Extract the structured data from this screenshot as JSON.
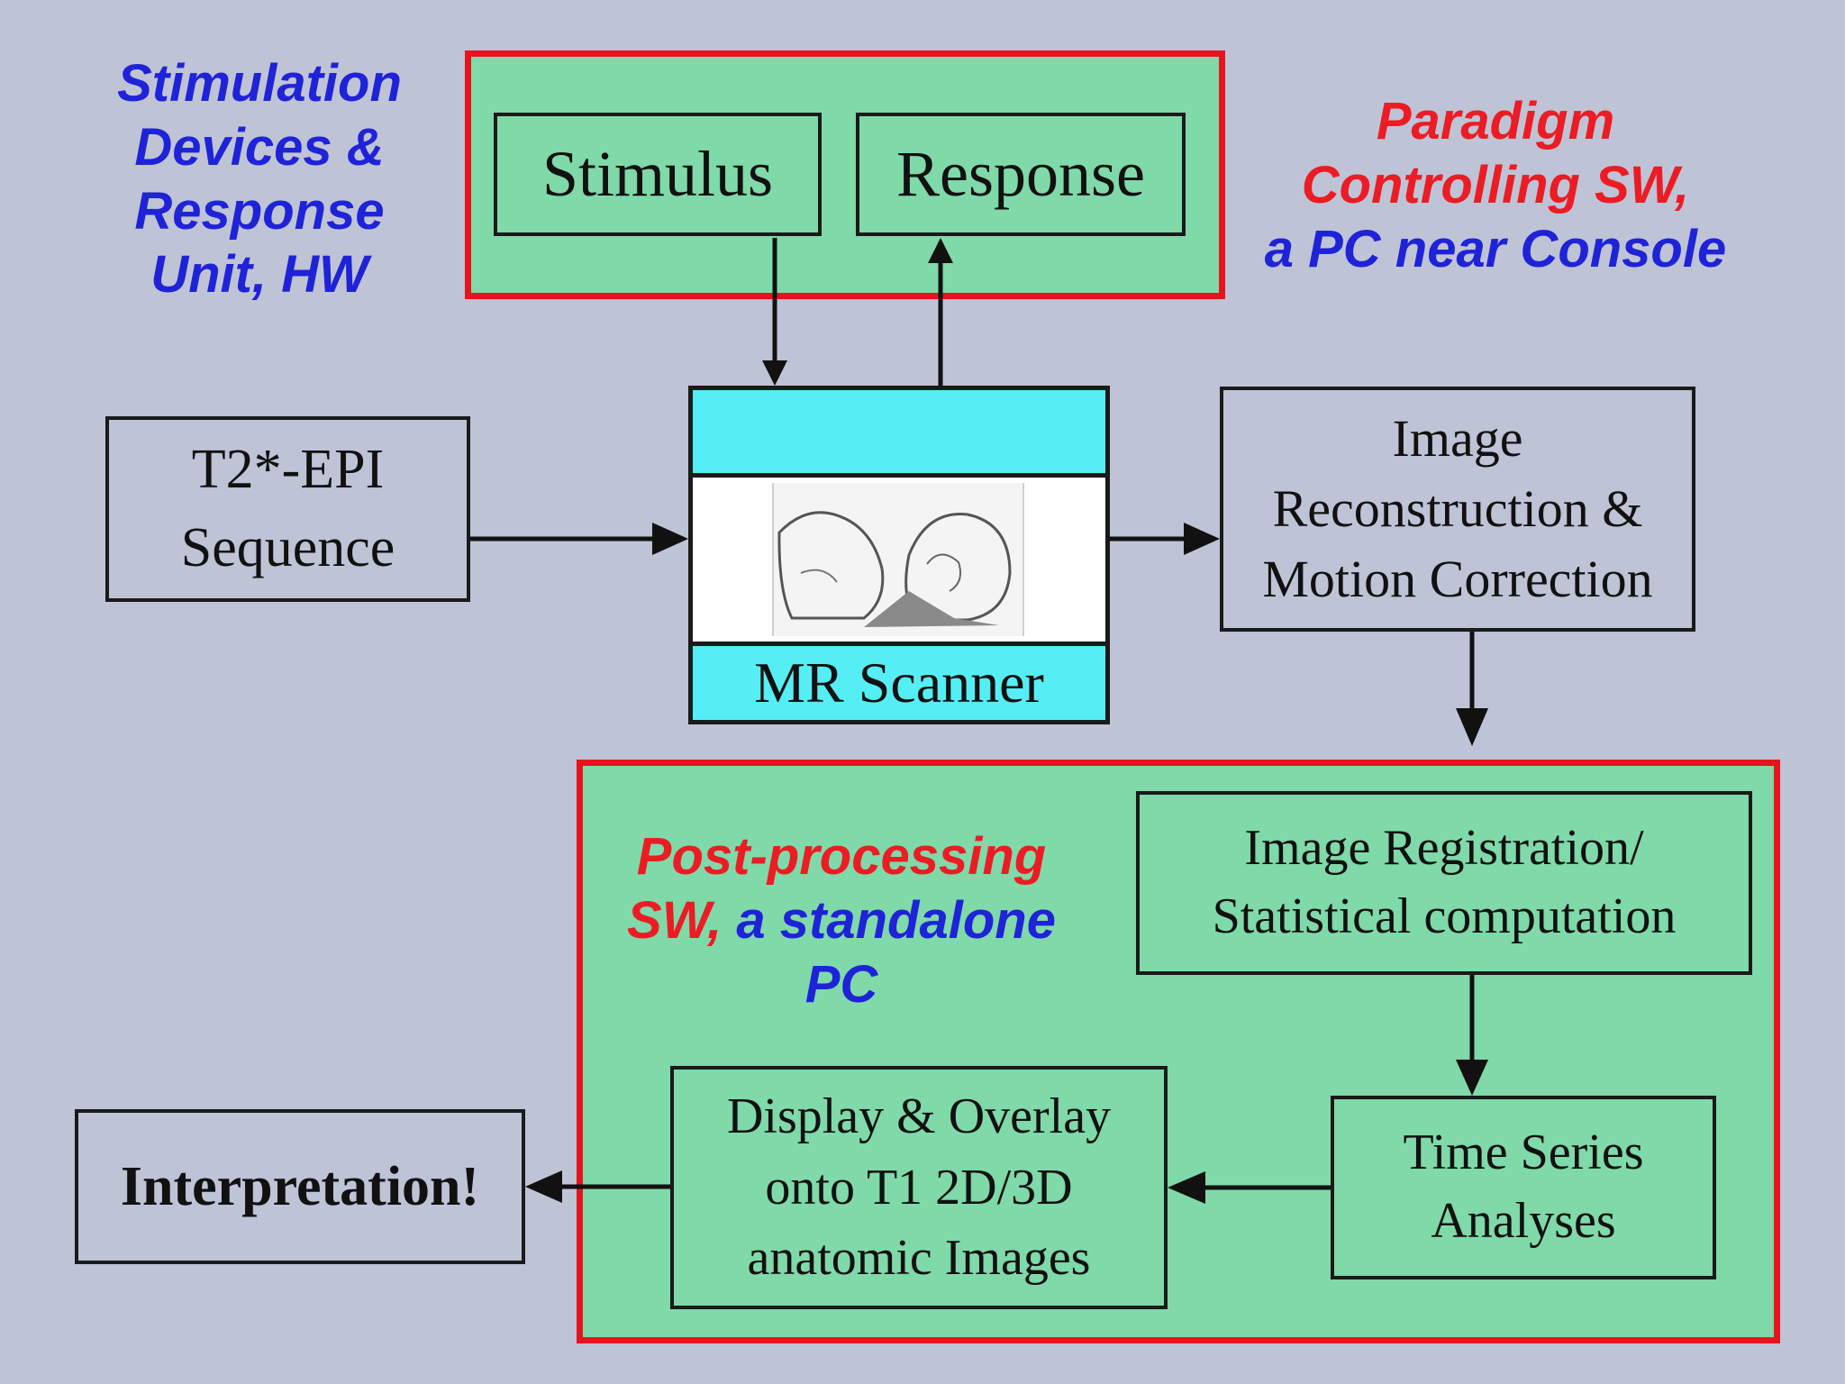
{
  "labels": {
    "stimulation_hw": [
      "Stimulation",
      "Devices &",
      "Response",
      "Unit, HW"
    ],
    "paradigm_line1": "Paradigm",
    "paradigm_line2": "Controlling SW,",
    "paradigm_line3": "a PC near Console",
    "postproc_red1": "Post-processing",
    "postproc_red2": "SW,",
    "postproc_blue2": "a standalone",
    "postproc_blue3": "PC"
  },
  "boxes": {
    "stimulus": "Stimulus",
    "response": "Response",
    "sequence": [
      "T2*-EPI",
      "Sequence"
    ],
    "scanner": "MR Scanner",
    "reconstruction": [
      "Image",
      "Reconstruction &",
      "Motion Correction"
    ],
    "registration": [
      "Image Registration/",
      "Statistical computation"
    ],
    "time_series": [
      "Time Series",
      "Analyses"
    ],
    "display": [
      "Display & Overlay",
      "onto T1 2D/3D",
      "anatomic Images"
    ],
    "interpretation": "Interpretation!"
  },
  "colors": {
    "background": "#bfc3d6",
    "box_green": "#7fd9a9",
    "frame_red": "#e8141d",
    "scanner_cyan": "#55eef5",
    "text_blue": "#1f23d8",
    "text_red": "#ec1c24"
  }
}
